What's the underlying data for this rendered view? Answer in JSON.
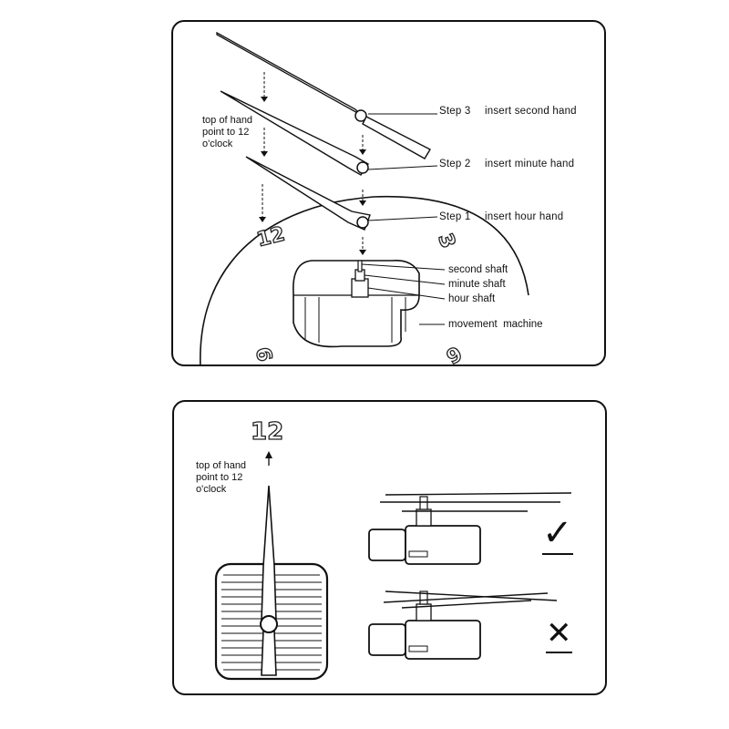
{
  "top_panel": {
    "steps": [
      {
        "num": "Step 3",
        "text": "insert second hand"
      },
      {
        "num": "Step 2",
        "text": "insert minute hand"
      },
      {
        "num": "Step 1",
        "text": "insert hour hand"
      }
    ],
    "hand_note": "top of hand point to 12 o'clock",
    "parts": [
      "second shaft",
      "minute shaft",
      "hour shaft",
      "movement  machine"
    ],
    "dial_numbers": {
      "twelve": "12",
      "three": "3",
      "six": "6",
      "nine": "9"
    }
  },
  "bottom_panel": {
    "twelve": "12",
    "hand_note": "top of hand point to 12 o'clock",
    "correct_mark": "✓",
    "wrong_mark": "✕"
  },
  "colors": {
    "line": "#111111",
    "background": "#ffffff"
  }
}
